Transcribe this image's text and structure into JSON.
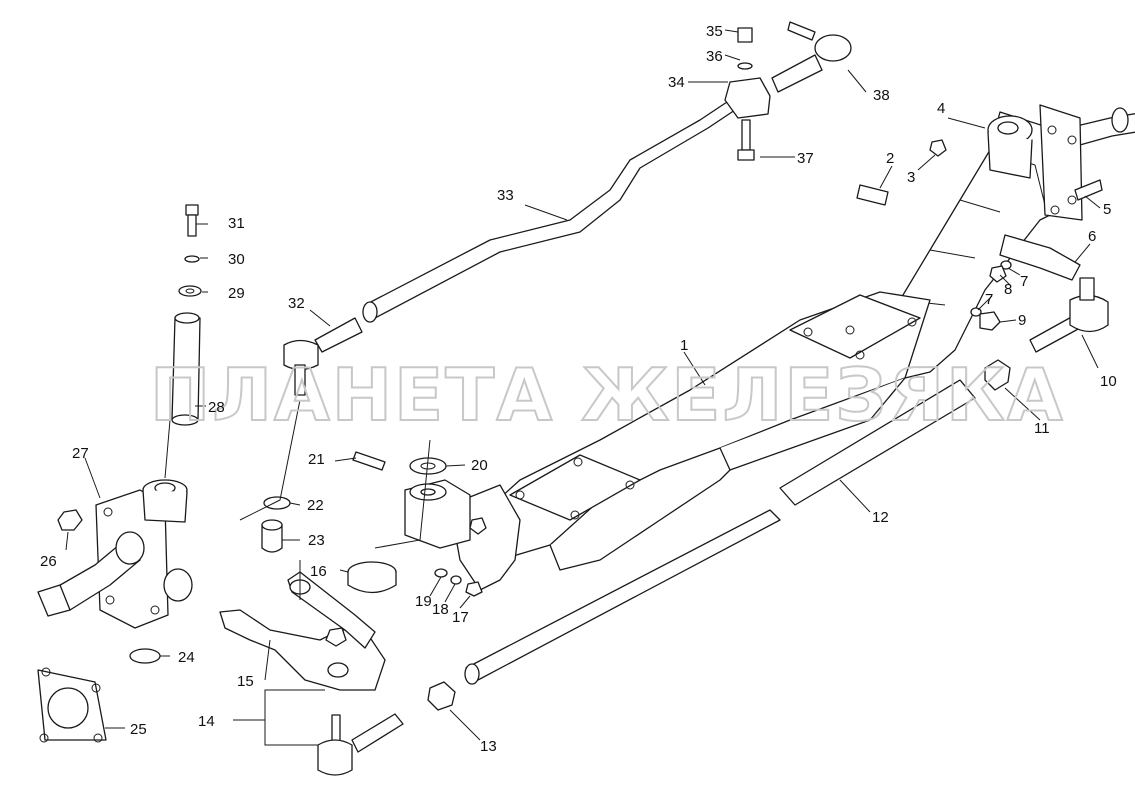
{
  "watermark": "ПЛАНЕТА ЖЕЛЕЗЯКА",
  "labels": {
    "p1": "1",
    "p2": "2",
    "p3": "3",
    "p4": "4",
    "p5": "5",
    "p6": "6",
    "p7a": "7",
    "p7b": "7",
    "p8": "8",
    "p9": "9",
    "p10": "10",
    "p11": "11",
    "p12": "12",
    "p13": "13",
    "p14": "14",
    "p15": "15",
    "p16": "16",
    "p17": "17",
    "p18": "18",
    "p19": "19",
    "p20": "20",
    "p21": "21",
    "p22": "22",
    "p23": "23",
    "p24": "24",
    "p25": "25",
    "p26": "26",
    "p27": "27",
    "p28": "28",
    "p29": "29",
    "p30": "30",
    "p31": "31",
    "p32": "32",
    "p33": "33",
    "p34": "34",
    "p35": "35",
    "p36": "36",
    "p37": "37",
    "p38": "38"
  },
  "colors": {
    "line": "#1a1a1a",
    "watermark": "#c8c8c8",
    "background": "#ffffff"
  }
}
